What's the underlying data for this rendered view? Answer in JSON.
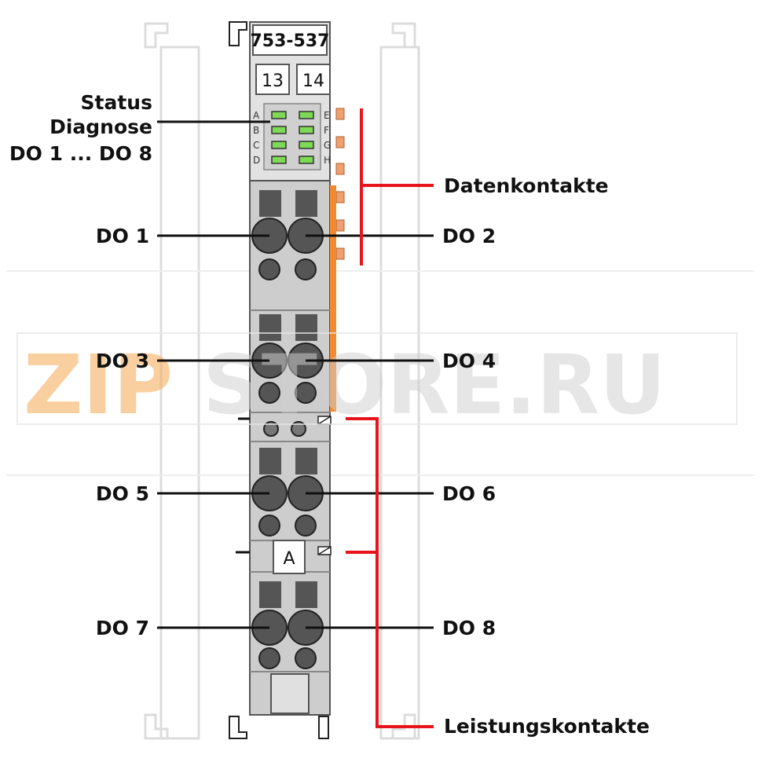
{
  "module": {
    "part_number": "753-537",
    "marker_left": "13",
    "marker_right": "14",
    "marker_a": "A"
  },
  "led_letters": {
    "left": [
      "A",
      "B",
      "C",
      "D"
    ],
    "right": [
      "E",
      "F",
      "G",
      "H"
    ]
  },
  "labels": {
    "status_line1": "Status",
    "status_line2": "Diagnose",
    "status_line3": "DO 1 ... DO 8",
    "data_contacts": "Datenkontakte",
    "power_contacts": "Leistungskontakte",
    "do1": "DO 1",
    "do2": "DO 2",
    "do3": "DO 3",
    "do4": "DO 4",
    "do5": "DO 5",
    "do6": "DO 6",
    "do7": "DO 7",
    "do8": "DO 8"
  },
  "watermark": {
    "part1": "ZIP",
    "part2": "STORE.RU"
  },
  "colors": {
    "housing": "#d6d6d6",
    "terminal_dark": "#555555",
    "led_green": "#7ed957",
    "contact_orange": "#f0a070",
    "bracket_red": "#e8141c",
    "watermark_orange": "#f5b060",
    "watermark_gray": "#cfcfcf"
  }
}
